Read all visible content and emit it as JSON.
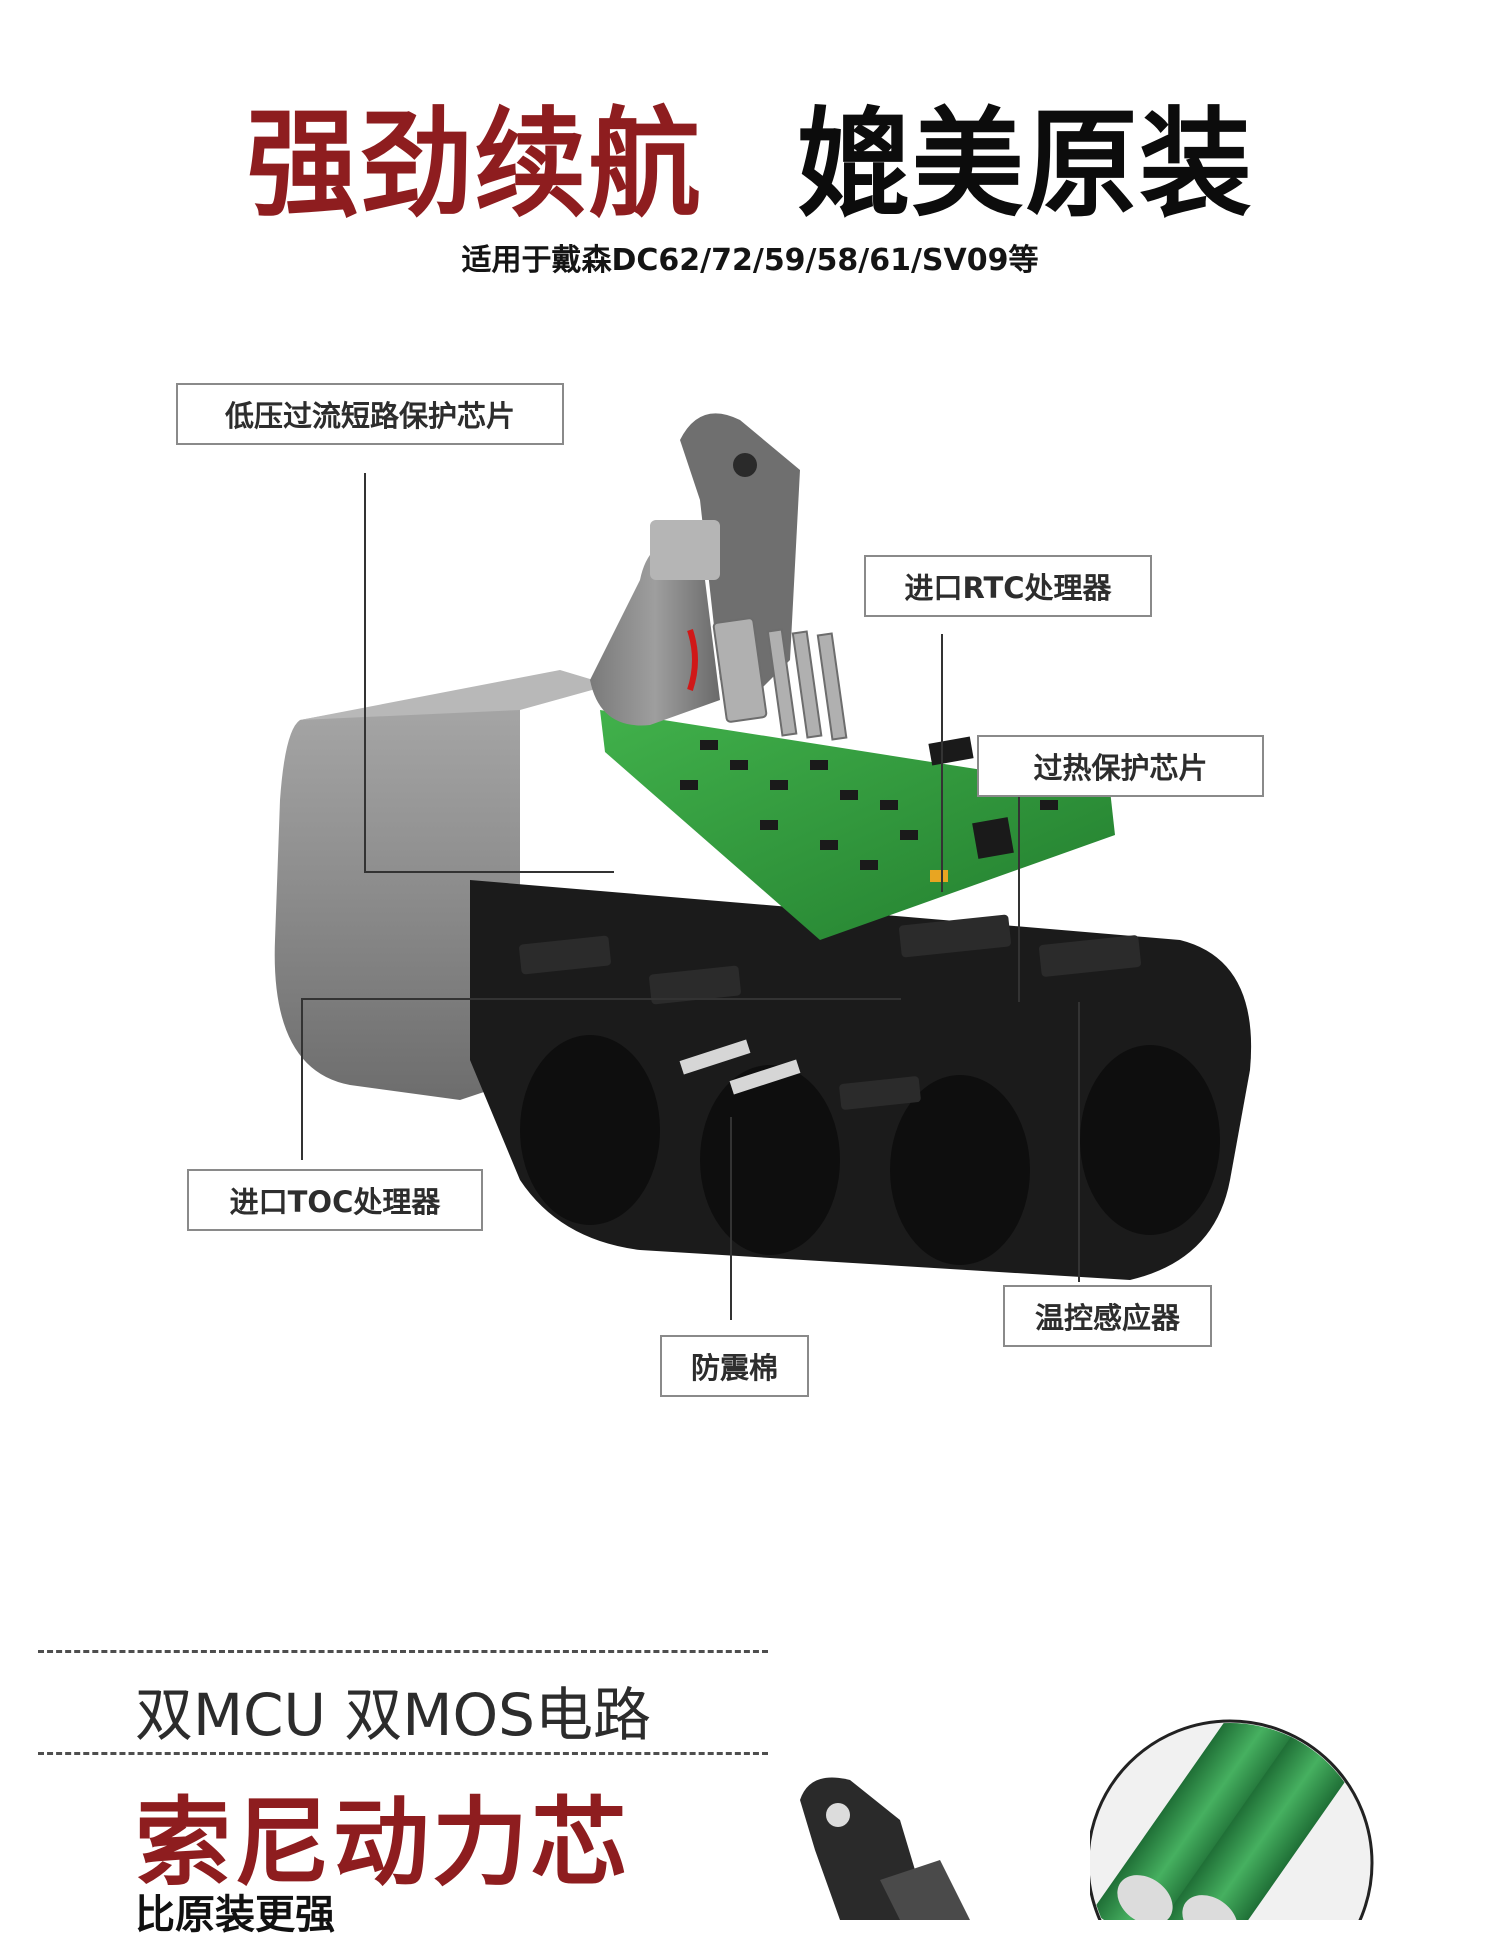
{
  "header": {
    "headline_red": "强劲续航",
    "headline_black": "媲美原装",
    "subtitle": "适用于戴森DC62/72/59/58/61/SV09等"
  },
  "callouts": {
    "low_voltage": "低压过流短路保护芯片",
    "rtc": "进口RTC处理器",
    "overheat": "过热保护芯片",
    "toc": "进口TOC处理器",
    "temp_sensor": "温控感应器",
    "shock_foam": "防震棉"
  },
  "feature": {
    "line1": "双MCU 双MOS电路",
    "title": "索尼动力芯",
    "tagline": "比原装更强"
  },
  "colors": {
    "accent_red": "#8e1d1f",
    "pcb_green": "#2f9a3c",
    "battery_black": "#1b1b1b",
    "housing_gray": "#8f8f8f",
    "cell_green": "#2e8b45"
  },
  "icons": {
    "battery_product": "battery-pack-illustration",
    "cells": "cell-magnifier-illustration"
  }
}
